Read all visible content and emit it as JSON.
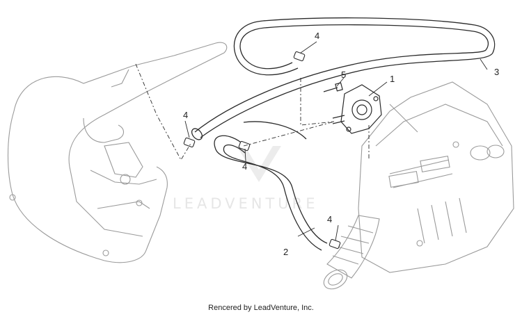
{
  "diagram": {
    "callouts": [
      {
        "id": "c1",
        "label": "1"
      },
      {
        "id": "c2",
        "label": "2"
      },
      {
        "id": "c3",
        "label": "3"
      },
      {
        "id": "c4a",
        "label": "4"
      },
      {
        "id": "c4b",
        "label": "4"
      },
      {
        "id": "c4c",
        "label": "4"
      },
      {
        "id": "c4d",
        "label": "4"
      },
      {
        "id": "c5",
        "label": "5"
      }
    ],
    "watermark": "LEADVENTURE",
    "footer": "Rencered by LeadVenture, Inc."
  },
  "colors": {
    "line": "#2a2a2a",
    "ghost": "#9a9a9a",
    "watermark": "#d2d2d2"
  }
}
